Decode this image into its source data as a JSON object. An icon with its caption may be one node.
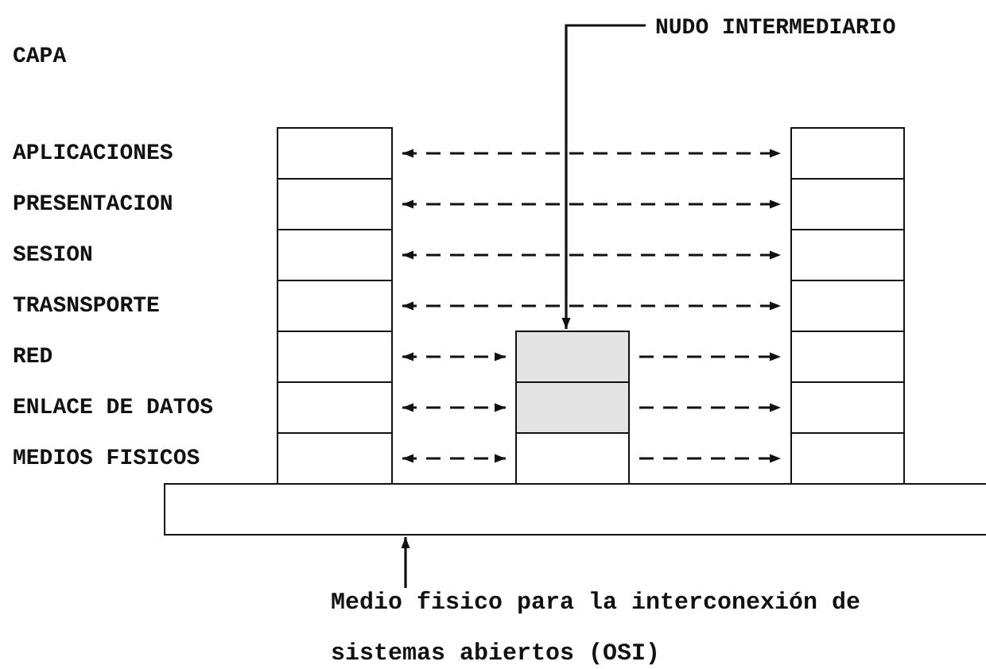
{
  "diagram": {
    "nodes": [
      {
        "text": [],
        "shape": "box"
      },
      {
        "text": [],
        "shape": "box"
      },
      {
        "text": [],
        "shape": "box"
      },
      {
        "text": [],
        "shape": "box"
      },
      {
        "text": [],
        "shape": "box"
      },
      {
        "text": [],
        "shape": "box"
      },
      {
        "text": [],
        "shape": "box"
      },
      {
        "text": [],
        "shape": "box"
      },
      {
        "text": [],
        "shape": "box"
      },
      {
        "text": [],
        "shape": "box"
      },
      {
        "text": [],
        "shape": "box"
      },
      {
        "text": [],
        "shape": "box"
      },
      {
        "text": [],
        "shape": "box"
      },
      {
        "text": [],
        "shape": "box"
      },
      {
        "text": [],
        "shape": "box"
      },
      {
        "text": [],
        "shape": "box"
      },
      {
        "text": [],
        "shape": "box"
      },
      {
        "text": [],
        "shape": "bar"
      },
      {
        "text": [
          "NUDO INTERMEDIARIO"
        ]
      },
      {
        "text": [
          "Medio fisico para la interconexión de sistemas abiertos (OSI)"
        ]
      }
    ],
    "edges": [
      {
        "from": 0,
        "to": 7,
        "arrow": "both",
        "style": "dashed"
      },
      {
        "from": 1,
        "to": 8,
        "arrow": "both",
        "style": "dashed"
      },
      {
        "from": 2,
        "to": 9,
        "arrow": "both",
        "style": "dashed"
      },
      {
        "from": 3,
        "to": 10,
        "arrow": "both",
        "style": "dashed"
      },
      {
        "from": 4,
        "to": 14,
        "arrow": "both",
        "style": "dashed"
      },
      {
        "from": 14,
        "to": 11,
        "arrow": "to",
        "style": "dashed"
      },
      {
        "from": 5,
        "to": 15,
        "arrow": "both",
        "style": "dashed"
      },
      {
        "from": 15,
        "to": 12,
        "arrow": "to",
        "style": "dashed"
      },
      {
        "from": 6,
        "to": 16,
        "arrow": "both",
        "style": "dashed"
      },
      {
        "from": 16,
        "to": 13,
        "arrow": "to",
        "style": "dashed"
      },
      {
        "from": 18,
        "to": 14,
        "arrow": "to"
      },
      {
        "from": 19,
        "to": 17,
        "arrow": "to"
      }
    ],
    "labels": [
      "CAPA",
      "APLICACIONES",
      "PRESENTACION",
      "SESION",
      "TRASNSPORTE",
      "RED",
      "ENLACE DE DATOS",
      "MEDIOS FISICOS"
    ]
  }
}
